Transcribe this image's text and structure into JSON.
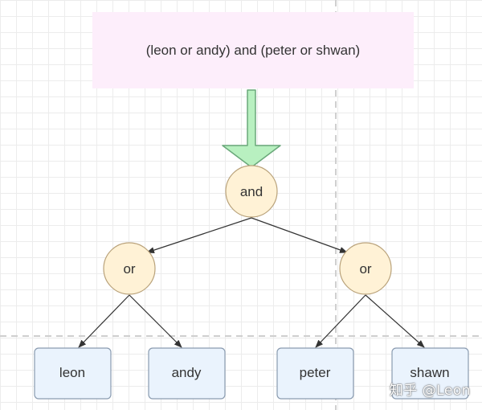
{
  "expression": "(leon or andy) and (peter or shwan)",
  "nodes": {
    "root": "and",
    "left_op": "or",
    "right_op": "or",
    "leaf1": "leon",
    "leaf2": "andy",
    "leaf3": "peter",
    "leaf4": "shawn"
  },
  "watermark": "知乎 @Leon",
  "colors": {
    "expression_fill": "#fdeefb",
    "operator_fill": "#fff2d6",
    "operator_stroke": "#b9a27a",
    "leaf_fill": "#eaf3fd",
    "leaf_stroke": "#8a9bb0",
    "arrow_fill": "#b8f0c0",
    "arrow_stroke": "#6aa87a",
    "edge": "#333333"
  }
}
